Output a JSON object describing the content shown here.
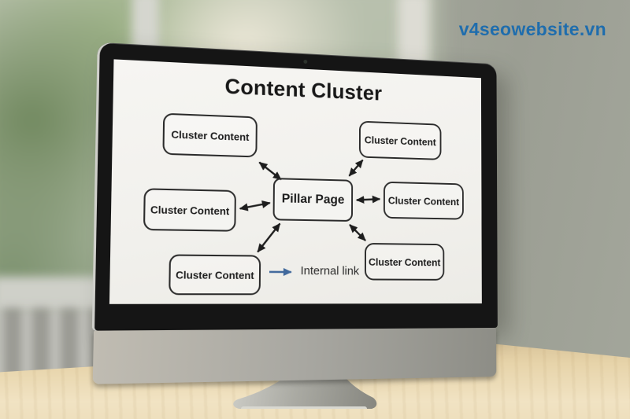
{
  "watermark": {
    "text": "v4seowebsite.vn",
    "color": "#1f6dad"
  },
  "screen_diagram": {
    "title": "Content Cluster",
    "pillar": {
      "label": "Pillar Page"
    },
    "clusters": [
      {
        "id": "top-left",
        "label": "Cluster Content"
      },
      {
        "id": "top-right",
        "label": "Cluster Content"
      },
      {
        "id": "mid-left",
        "label": "Cluster Content"
      },
      {
        "id": "mid-right",
        "label": "Cluster Content"
      },
      {
        "id": "bottom-left",
        "label": "Cluster Content"
      },
      {
        "id": "bottom-right",
        "label": "Cluster Content"
      }
    ],
    "legend": {
      "label": "Internal link",
      "arrow_color": "#41699c"
    },
    "arrow_color": "#1d1d1d",
    "box_border_color": "#2b2b2b",
    "screen_bg": "#f3f2ee"
  },
  "scene_colors": {
    "monitor_bezel": "#151515",
    "monitor_chin": "#a8a7a1",
    "desk_wood": "#e7d4aa",
    "wall": "#a4a79c",
    "window_foliage": "#7e9370"
  }
}
